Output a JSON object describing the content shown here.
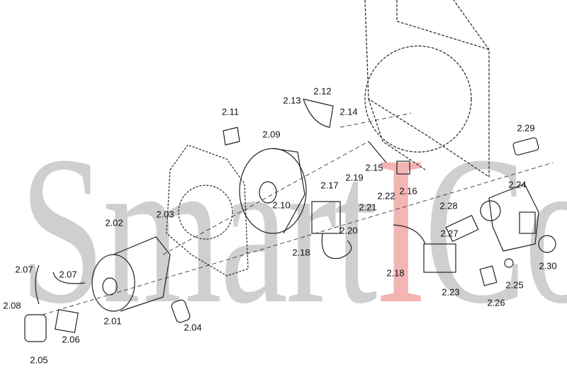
{
  "watermark": {
    "part1": "Smart",
    "part2": "I",
    "part3": "Co"
  },
  "colors": {
    "line": "#222222",
    "watermark": "#cfcfcf",
    "watermark_accent": "#f3b4b4"
  },
  "labels": [
    {
      "id": "2.13",
      "text": "2.13"
    },
    {
      "id": "2.12",
      "text": "2.12"
    },
    {
      "id": "2.14",
      "text": "2.14"
    },
    {
      "id": "2.11",
      "text": "2.11"
    },
    {
      "id": "2.09",
      "text": "2.09"
    },
    {
      "id": "2.29",
      "text": "2.29"
    },
    {
      "id": "2.15",
      "text": "2.15"
    },
    {
      "id": "2.19",
      "text": "2.19"
    },
    {
      "id": "2.17",
      "text": "2.17"
    },
    {
      "id": "2.16",
      "text": "2.16"
    },
    {
      "id": "2.22",
      "text": "2.22"
    },
    {
      "id": "2.21",
      "text": "2.21"
    },
    {
      "id": "2.24",
      "text": "2.24"
    },
    {
      "id": "2.28",
      "text": "2.28"
    },
    {
      "id": "2.10",
      "text": "2.10"
    },
    {
      "id": "2.03",
      "text": "2.03"
    },
    {
      "id": "2.02",
      "text": "2.02"
    },
    {
      "id": "2.20",
      "text": "2.20"
    },
    {
      "id": "2.18a",
      "text": "2.18"
    },
    {
      "id": "2.27",
      "text": "2.27"
    },
    {
      "id": "2.18b",
      "text": "2.18"
    },
    {
      "id": "2.30",
      "text": "2.30"
    },
    {
      "id": "2.07a",
      "text": "2.07"
    },
    {
      "id": "2.07b",
      "text": "2.07"
    },
    {
      "id": "2.25",
      "text": "2.25"
    },
    {
      "id": "2.23",
      "text": "2.23"
    },
    {
      "id": "2.08",
      "text": "2.08"
    },
    {
      "id": "2.01",
      "text": "2.01"
    },
    {
      "id": "2.26",
      "text": "2.26"
    },
    {
      "id": "2.06",
      "text": "2.06"
    },
    {
      "id": "2.04",
      "text": "2.04"
    },
    {
      "id": "2.05",
      "text": "2.05"
    }
  ]
}
